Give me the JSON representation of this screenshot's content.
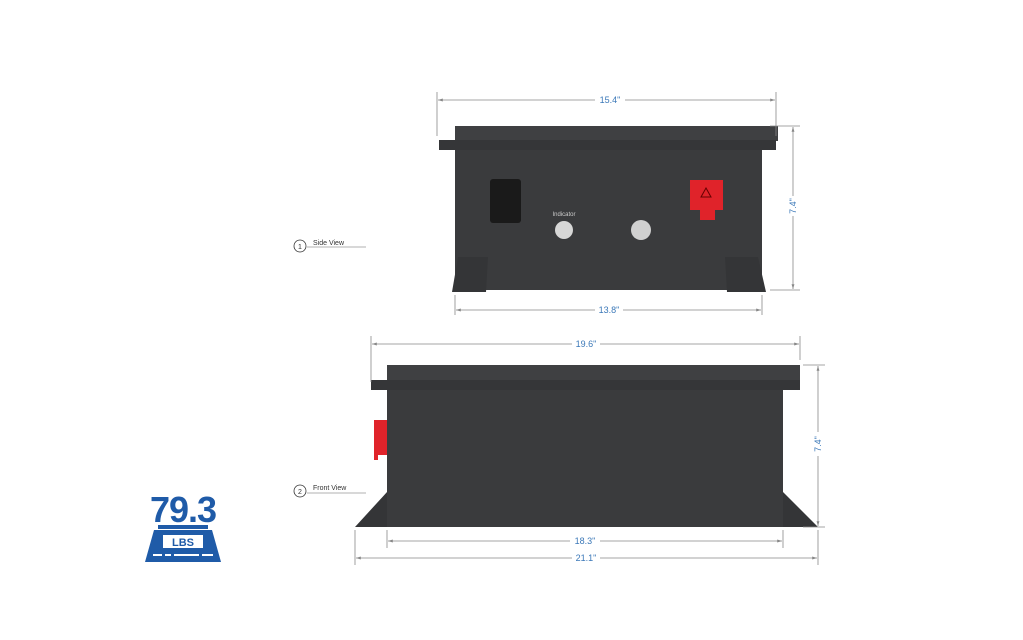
{
  "side_view": {
    "number": "1",
    "label": "Side View",
    "indicator_label": "Indicator",
    "dimensions": {
      "top_width": "15.4\"",
      "base_width": "13.8\"",
      "height": "7.4\""
    }
  },
  "front_view": {
    "number": "2",
    "label": "Front View",
    "dimensions": {
      "top_width": "19.6\"",
      "body_width": "18.3\"",
      "base_width": "21.1\"",
      "height": "7.4\""
    }
  },
  "weight_badge": {
    "value": "79.3",
    "unit": "LBS"
  },
  "colors": {
    "body": "#3a3b3d",
    "terminal_positive": "#e0232a",
    "terminal_negative": "#1a1a1a",
    "dimension_text": "#3b78b8",
    "badge": "#1f5ba8"
  }
}
